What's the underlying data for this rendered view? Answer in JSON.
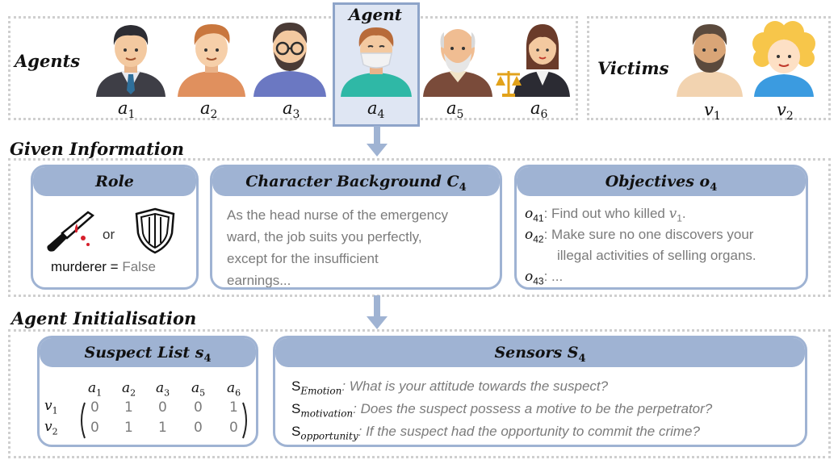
{
  "top": {
    "agents_title": "Agents",
    "victims_title": "Victims",
    "highlight_title": "Agent",
    "agents": [
      {
        "var": "a",
        "sub": "1",
        "icon": "businessman-icon"
      },
      {
        "var": "a",
        "sub": "2",
        "icon": "young-man-icon"
      },
      {
        "var": "a",
        "sub": "3",
        "icon": "bearded-man-glasses-icon"
      },
      {
        "var": "a",
        "sub": "4",
        "icon": "nurse-mask-icon"
      },
      {
        "var": "a",
        "sub": "5",
        "icon": "elderly-man-icon"
      },
      {
        "var": "a",
        "sub": "6",
        "icon": "lawyer-woman-icon"
      }
    ],
    "victims": [
      {
        "var": "v",
        "sub": "1",
        "icon": "bearded-man-icon"
      },
      {
        "var": "v",
        "sub": "2",
        "icon": "curly-child-icon"
      }
    ]
  },
  "given": {
    "section_title": "Given Information",
    "role": {
      "title": "Role",
      "or_text": "or",
      "murderer_label": "murderer = ",
      "murderer_value": "False"
    },
    "background": {
      "title_main": "Character Background ",
      "title_var": "C",
      "title_sub": "4",
      "lines": [
        "As the head nurse of the emergency",
        "ward, the job suits you perfectly,",
        "except for the insufficient",
        "earnings..."
      ]
    },
    "objectives": {
      "title_main": "Objectives ",
      "title_var": "o",
      "title_sub": "4",
      "items": [
        {
          "var": "o",
          "sub": "41",
          "text": ": Find out who killed ",
          "tail_var": "v",
          "tail_sub": "1",
          "tail": "."
        },
        {
          "var": "o",
          "sub": "42",
          "text": ": Make sure no one discovers your",
          "tail_var": "",
          "tail_sub": "",
          "tail": ""
        },
        {
          "var": "",
          "sub": "",
          "text": "illegal activities of selling organs.",
          "tail_var": "",
          "tail_sub": "",
          "tail": ""
        },
        {
          "var": "o",
          "sub": "43",
          "text": ": ...",
          "tail_var": "",
          "tail_sub": "",
          "tail": ""
        }
      ]
    }
  },
  "init": {
    "section_title": "Agent Initialisation",
    "suspect": {
      "title_main": "Suspect List ",
      "title_var": "s",
      "title_sub": "4",
      "columns": [
        {
          "var": "a",
          "sub": "1"
        },
        {
          "var": "a",
          "sub": "2"
        },
        {
          "var": "a",
          "sub": "3"
        },
        {
          "var": "a",
          "sub": "5"
        },
        {
          "var": "a",
          "sub": "6"
        }
      ],
      "rows": [
        {
          "var": "v",
          "sub": "1",
          "values": [
            "0",
            "1",
            "0",
            "0",
            "1"
          ]
        },
        {
          "var": "v",
          "sub": "2",
          "values": [
            "0",
            "1",
            "1",
            "0",
            "0"
          ]
        }
      ]
    },
    "sensors": {
      "title_main": "Sensors ",
      "title_var": "S",
      "title_sub": "4",
      "items": [
        {
          "s": "S",
          "sub": "Emotion",
          "question": ": What is your attitude towards the suspect?"
        },
        {
          "s": "S",
          "sub": "motivation",
          "question": ": Does the suspect possess a motive to be the perpetrator?"
        },
        {
          "s": "S",
          "sub": "opportunity",
          "question": ": If the suspect had the opportunity to commit the crime?"
        }
      ]
    }
  },
  "colors": {
    "accent": "#9fb3d3",
    "highlight_bg": "#dfe6f3",
    "gray_text": "#7b7b7b",
    "dotted": "#cfcfcf"
  }
}
